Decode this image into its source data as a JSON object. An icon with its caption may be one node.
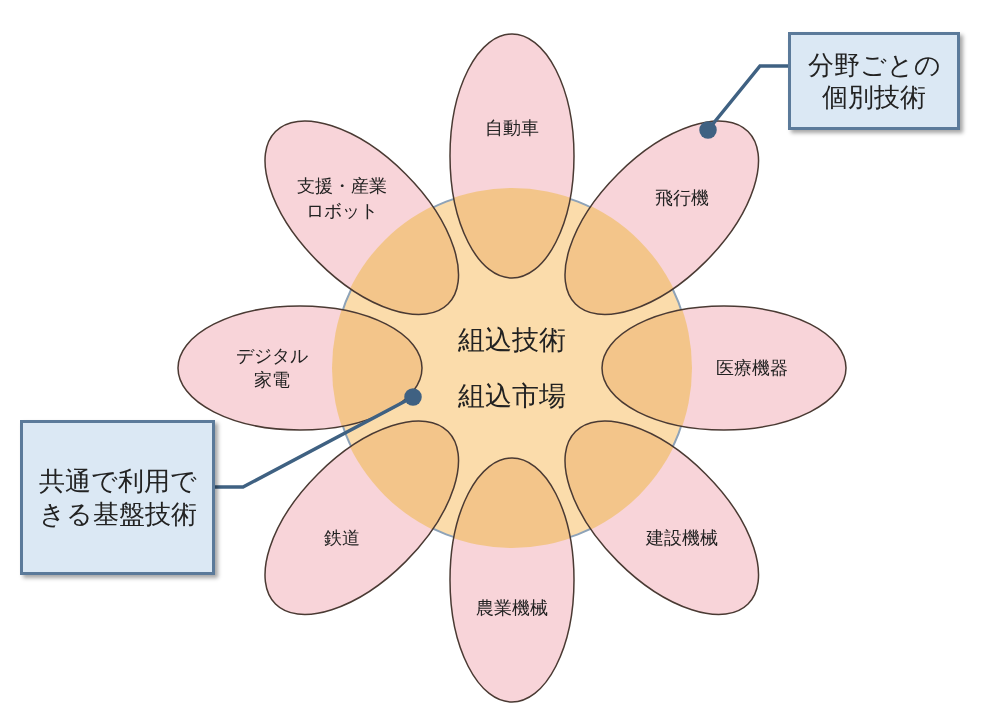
{
  "diagram": {
    "nodes": [
      {
        "text": [
          "組込技術",
          "組込市場"
        ]
      },
      {
        "text": [
          "自動車"
        ]
      },
      {
        "text": [
          "飛行機"
        ]
      },
      {
        "text": [
          "医療機器"
        ]
      },
      {
        "text": [
          "建設機械"
        ]
      },
      {
        "text": [
          "農業機械"
        ]
      },
      {
        "text": [
          "鉄道"
        ]
      },
      {
        "text": [
          "デジタル家電"
        ]
      },
      {
        "text": [
          "支援・産業ロボット"
        ]
      },
      {
        "text": [
          "分野ごとの個別技術"
        ]
      },
      {
        "text": [
          "共通で利用できる基盤技術"
        ]
      }
    ],
    "edges": [
      {
        "from": 9,
        "to": 2,
        "arrow": "other"
      },
      {
        "from": 10,
        "to": 0,
        "arrow": "other"
      }
    ]
  }
}
